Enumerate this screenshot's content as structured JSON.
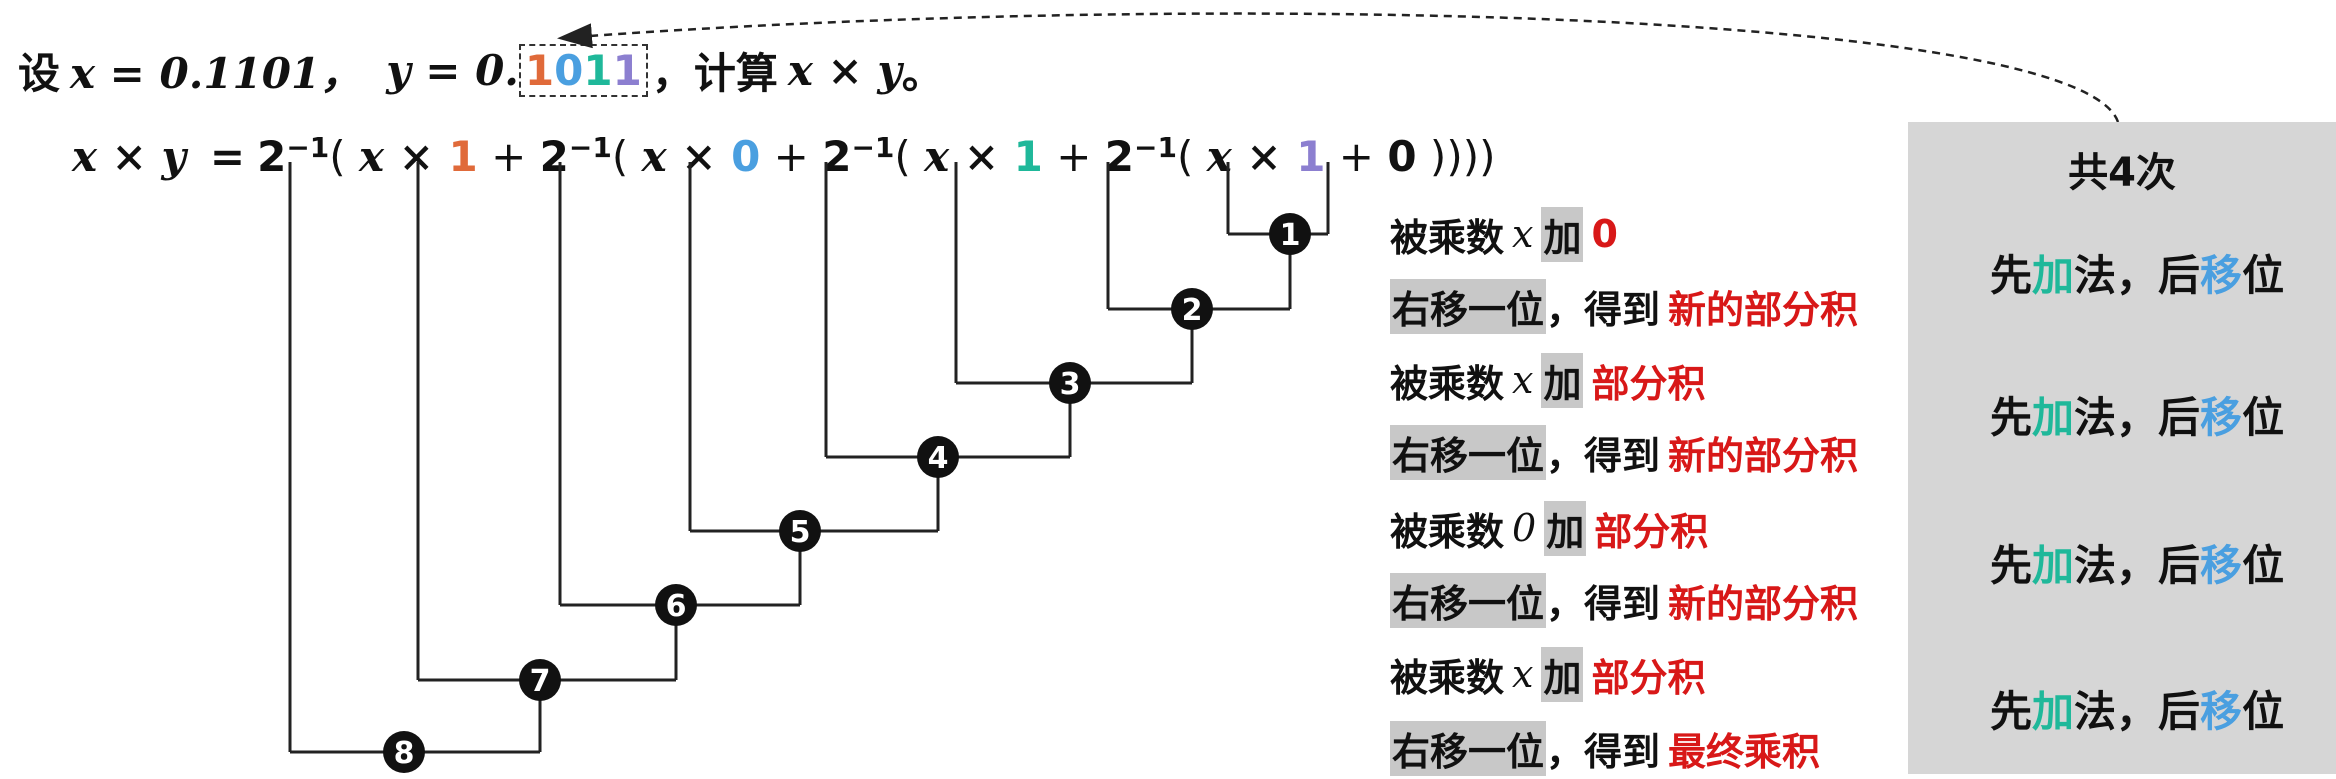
{
  "title": {
    "prefix": "设",
    "x_expr": "x = 0.1101，",
    "y_expr_head": "y = 0.",
    "y_digits": [
      {
        "d": "1",
        "color": "#e06a3a"
      },
      {
        "d": "0",
        "color": "#4a9fe0"
      },
      {
        "d": "1",
        "color": "#1fb89a"
      },
      {
        "d": "1",
        "color": "#8c7fd0"
      }
    ],
    "suffix_text": "，计算",
    "suffix_math": "x × y",
    "suffix_end": "。"
  },
  "formula": {
    "lhs": "x × y",
    "eq": "=",
    "parts": [
      {
        "t": "2",
        "k": "num"
      },
      {
        "t": "−1",
        "k": "sup"
      },
      {
        "t": "( ",
        "k": "op"
      },
      {
        "t": "x × ",
        "k": "var"
      },
      {
        "t": "1",
        "k": "digit",
        "color": "#e06a3a"
      },
      {
        "t": " + ",
        "k": "op"
      },
      {
        "t": "2",
        "k": "num"
      },
      {
        "t": "−1",
        "k": "sup"
      },
      {
        "t": "( ",
        "k": "op"
      },
      {
        "t": "x × ",
        "k": "var"
      },
      {
        "t": "0",
        "k": "digit",
        "color": "#4a9fe0"
      },
      {
        "t": " + ",
        "k": "op"
      },
      {
        "t": "2",
        "k": "num"
      },
      {
        "t": "−1",
        "k": "sup"
      },
      {
        "t": "( ",
        "k": "op"
      },
      {
        "t": "x × ",
        "k": "var"
      },
      {
        "t": "1",
        "k": "digit",
        "color": "#1fb89a"
      },
      {
        "t": " + ",
        "k": "op"
      },
      {
        "t": "2",
        "k": "num"
      },
      {
        "t": "−1",
        "k": "sup"
      },
      {
        "t": "( ",
        "k": "op"
      },
      {
        "t": "x × ",
        "k": "var"
      },
      {
        "t": "1",
        "k": "digit",
        "color": "#8c7fd0"
      },
      {
        "t": " + ",
        "k": "op"
      },
      {
        "t": "0",
        "k": "num"
      },
      {
        "t": " ))))",
        "k": "op"
      }
    ]
  },
  "nodes": [
    "❶",
    "❷",
    "❸",
    "❹",
    "❺",
    "❻",
    "❼",
    "❽"
  ],
  "steps": [
    {
      "a": "被乘数",
      "var": "x",
      "hl": "加",
      "rest": "",
      "red": "0"
    },
    {
      "a": "",
      "var": "",
      "hl": "右移一位",
      "rest": "，得到",
      "red": "新的部分积"
    },
    {
      "a": "被乘数",
      "var": "x",
      "hl": "加",
      "rest": "",
      "red": "部分积"
    },
    {
      "a": "",
      "var": "",
      "hl": "右移一位",
      "rest": "，得到",
      "red": "新的部分积"
    },
    {
      "a": "被乘数",
      "var": "0",
      "hl": "加",
      "rest": "",
      "red": "部分积"
    },
    {
      "a": "",
      "var": "",
      "hl": "右移一位",
      "rest": "，得到",
      "red": "新的部分积"
    },
    {
      "a": "被乘数",
      "var": "x",
      "hl": "加",
      "rest": "",
      "red": "部分积"
    },
    {
      "a": "",
      "var": "",
      "hl": "右移一位",
      "rest": "，得到",
      "red": "最终乘积"
    }
  ],
  "panel": {
    "title": "共4次",
    "rule": {
      "a": "先",
      "b": "加",
      "c": "法，后",
      "d": "移",
      "e": "位"
    }
  },
  "colors": {
    "add": "#1fb89a",
    "shift": "#4a9fe0",
    "red": "#d81818",
    "panel": "#d6d6d6",
    "highlight": "#c8c8c8"
  }
}
